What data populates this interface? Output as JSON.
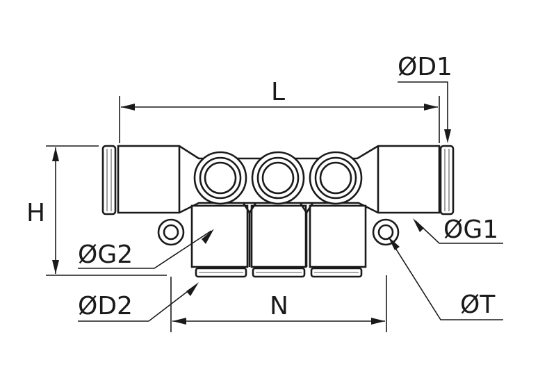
{
  "labels": {
    "L": "L",
    "H": "H",
    "N": "N",
    "D1": "ØD1",
    "D2": "ØD2",
    "G1": "ØG1",
    "G2": "ØG2",
    "T": "ØT"
  }
}
